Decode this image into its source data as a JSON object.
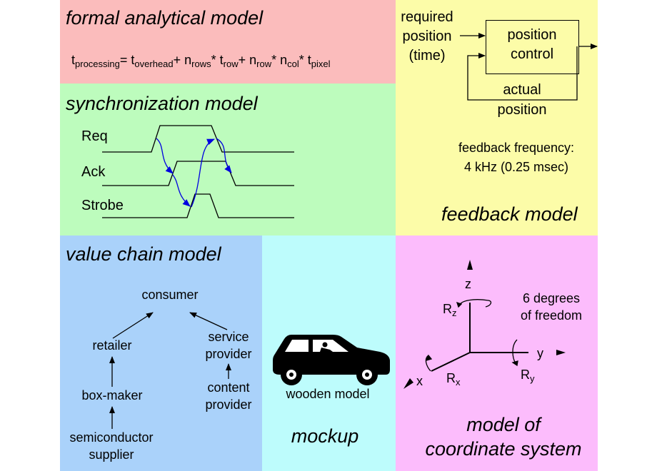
{
  "colors": {
    "formal": "#fbbcbc",
    "sync": "#bdfcbd",
    "feedback": "#fcfca8",
    "value_chain": "#aad2fa",
    "mockup": "#bdfcfc",
    "coordinate": "#fcbcfc",
    "arrow_blue": "#0000e0"
  },
  "formal": {
    "title": "formal analytical model",
    "formula": {
      "t1": "t",
      "t1_sub": "processing",
      "eq": "= ",
      "t2": "t",
      "t2_sub": "overhead",
      "plus1": "+ ",
      "n1": "n",
      "n1_sub": "rows",
      "star1": "* ",
      "t3": "t",
      "t3_sub": "row",
      "plus2": "+ ",
      "n2": "n",
      "n2_sub": "row",
      "star2": "* ",
      "n3": "n",
      "n3_sub": "col",
      "star3": "* ",
      "t4": "t",
      "t4_sub": "pixel"
    }
  },
  "sync": {
    "title": "synchronization model",
    "signals": [
      "Req",
      "Ack",
      "Strobe"
    ]
  },
  "feedback": {
    "input_lines": [
      "required",
      "position",
      "(time)"
    ],
    "box_lines": [
      "position",
      "control"
    ],
    "loop_lines": [
      "actual",
      "position"
    ],
    "frequency_lines": [
      "feedback frequency:",
      "4 kHz (0.25 msec)"
    ],
    "title": "feedback model"
  },
  "value_chain": {
    "title": "value chain model",
    "nodes": {
      "consumer": "consumer",
      "retailer": "retailer",
      "service_provider": [
        "service",
        "provider"
      ],
      "box_maker": "box-maker",
      "content_provider": [
        "content",
        "provider"
      ],
      "semiconductor_supplier": [
        "semiconductor",
        "supplier"
      ]
    }
  },
  "mockup": {
    "caption": "wooden model",
    "title": "mockup"
  },
  "coordinate": {
    "axes": {
      "z": "z",
      "y": "y",
      "x": "x"
    },
    "rotations": {
      "rz": "R",
      "rz_sub": "z",
      "rx": "R",
      "rx_sub": "x",
      "ry": "R",
      "ry_sub": "y"
    },
    "dof_lines": [
      "6 degrees",
      "of freedom"
    ],
    "title_lines": [
      "model of",
      "coordinate system"
    ]
  }
}
